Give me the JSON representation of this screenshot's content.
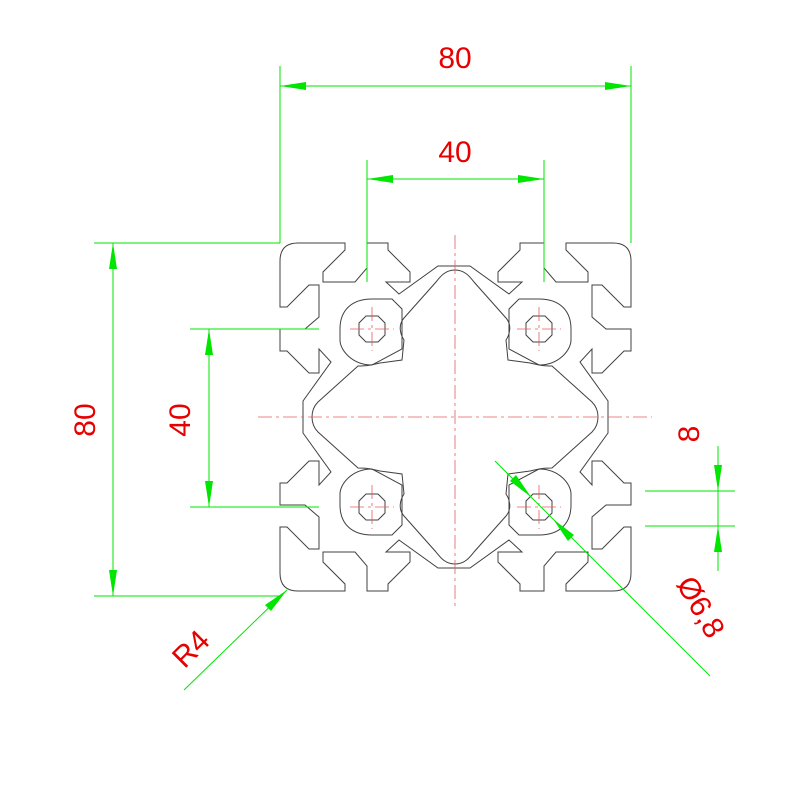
{
  "colors": {
    "outline": "#404040",
    "dimension": "#00e600",
    "text": "#e60000",
    "centerline": "#e65c5c"
  },
  "dimensions": {
    "overall_width": "80",
    "inner_width": "40",
    "overall_height": "80",
    "inner_height": "40",
    "slot_opening": "8",
    "corner_radius": "R4",
    "hole_diameter": "Ø6,8"
  }
}
